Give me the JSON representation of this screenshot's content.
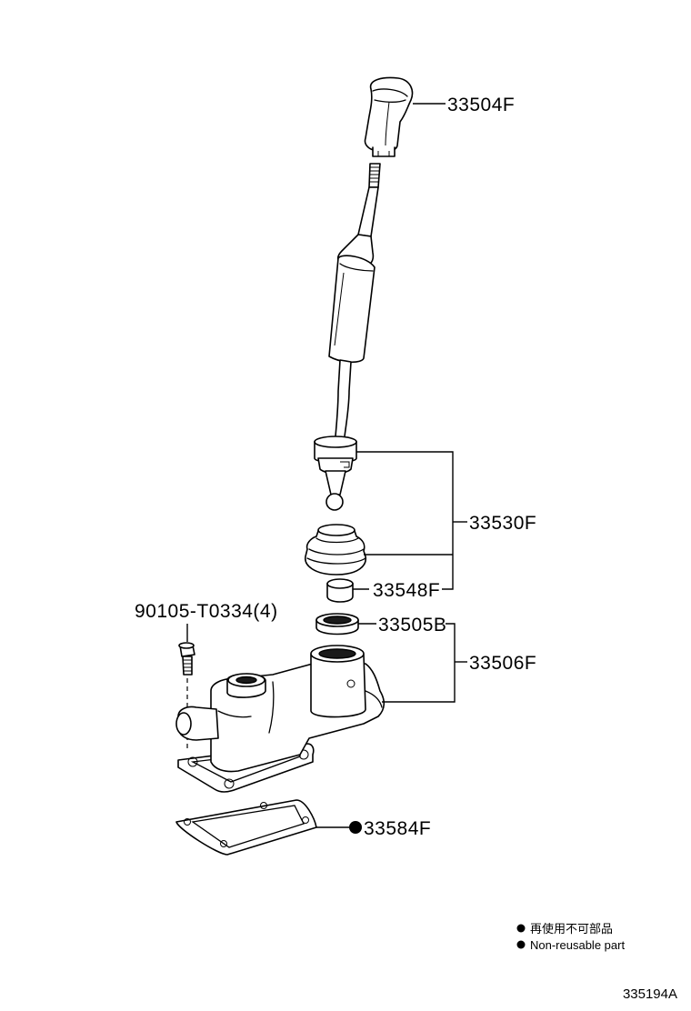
{
  "callouts": {
    "knob": "33504F",
    "lever_sub": "33530F",
    "bushing": "33548F",
    "seat": "33505B",
    "retainer": "33506F",
    "bolt": "90105-T0334(4)",
    "gasket": "33584F"
  },
  "legend": {
    "line_jp": "再使用不可部品",
    "line_en": "Non-reusable part"
  },
  "figure_id": "335194A"
}
